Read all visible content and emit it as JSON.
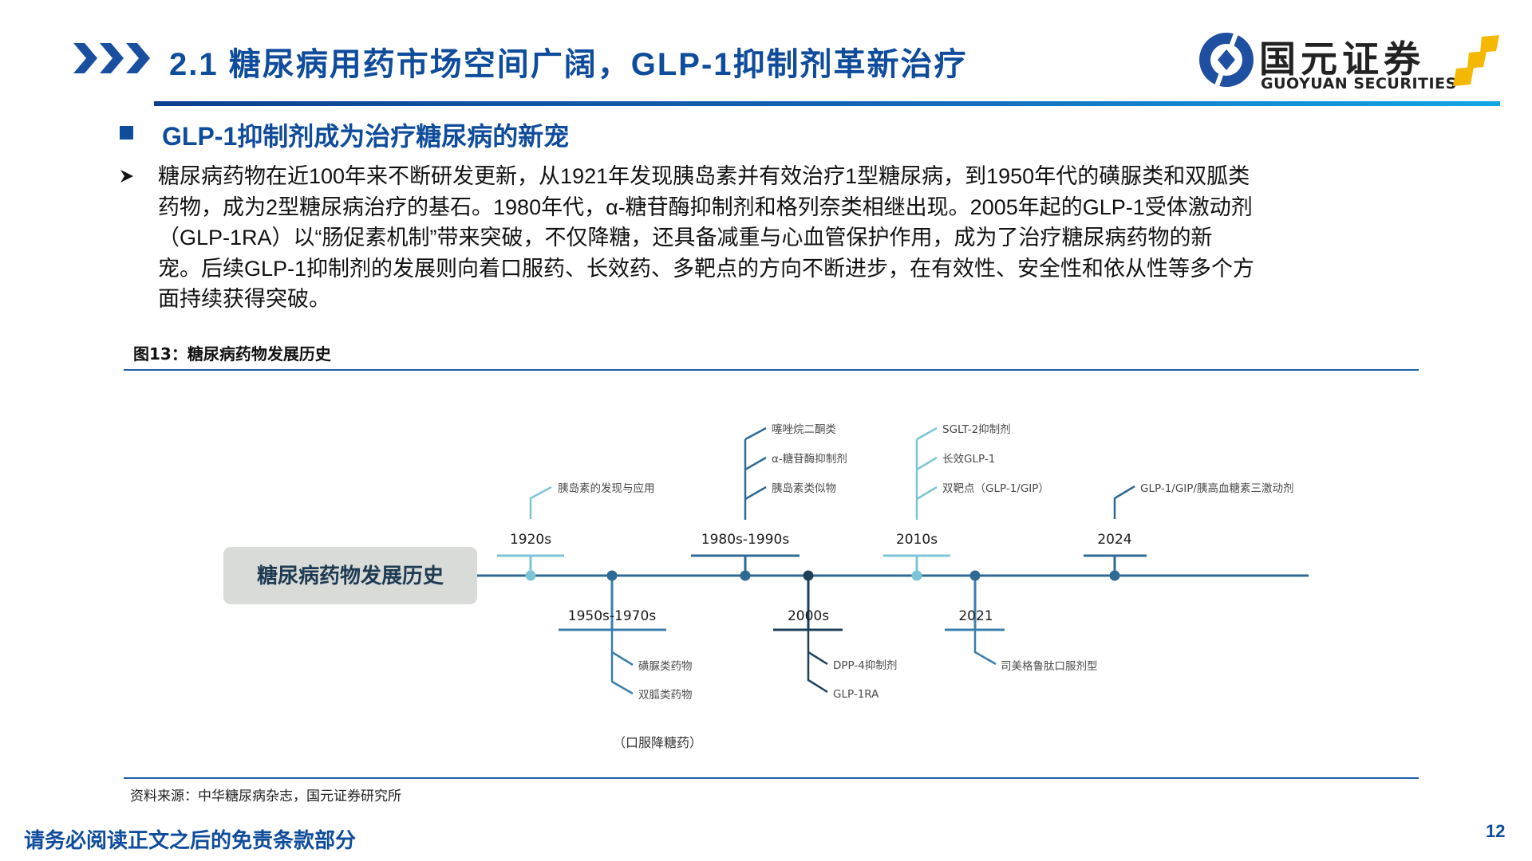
{
  "header": {
    "section_number": "2.1",
    "title": "2.1 糖尿病用药市场空间广阔，GLP-1抑制剂革新治疗",
    "logo_cn": "国元证券",
    "logo_en": "GUOYUAN SECURITIES"
  },
  "subtitle": "GLP-1抑制剂成为治疗糖尿病的新宠",
  "body": {
    "bullet_icon": "arrow-bullet-icon",
    "lines": [
      "糖尿病药物在近100年来不断研发更新，从1921年发现胰岛素并有效治疗1型糖尿病，到1950年代的磺脲类和双胍类",
      "药物，成为2型糖尿病治疗的基石。1980年代，α-糖苷酶抑制剂和格列奈类相继出现。2005年起的GLP-1受体激动剂",
      "（GLP-1RA）以“肠促素机制”带来突破，不仅降糖，还具备减重与心血管保护作用，成为了治疗糖尿病药物的新",
      "宠。后续GLP-1抑制剂的发展则向着口服药、长效药、多靶点的方向不断进步，在有效性、安全性和依从性等多个方",
      "面持续获得突破。"
    ]
  },
  "figure": {
    "caption": "图13：糖尿病药物发展历史",
    "source": "资料来源：中华糖尿病杂志，国元证券研究所",
    "timeline": {
      "title": "糖尿病药物发展历史",
      "periods": [
        {
          "label": "1920s",
          "position": "above",
          "items": [
            "胰岛素的发现与应用"
          ]
        },
        {
          "label": "1950s-1970s",
          "position": "below",
          "items": [
            "磺脲类药物",
            "双胍类药物"
          ],
          "note": "（口服降糖药）"
        },
        {
          "label": "1980s-1990s",
          "position": "above",
          "items": [
            "噻唑烷二酮类",
            "α-糖苷酶抑制剂",
            "胰岛素类似物"
          ]
        },
        {
          "label": "2000s",
          "position": "below",
          "items": [
            "DPP-4抑制剂",
            "GLP-1RA"
          ]
        },
        {
          "label": "2010s",
          "position": "above",
          "items": [
            "SGLT-2抑制剂",
            "长效GLP-1",
            "双靶点（GLP-1/GIP）"
          ]
        },
        {
          "label": "2021",
          "position": "below",
          "items": [
            "司美格鲁肽口服剂型"
          ]
        },
        {
          "label": "2024",
          "position": "above",
          "items": [
            "GLP-1/GIP/胰高血糖素三激动剂"
          ]
        }
      ]
    }
  },
  "footer": {
    "disclaimer": "请务必阅读正文之后的免责条款部分",
    "page_number": "12"
  },
  "colors": {
    "brand_blue": "#0f4c9c",
    "timeline_light": "#7ec4d8",
    "timeline_mid": "#3a7eac",
    "timeline_dark": "#2f6a94",
    "timeline_navy": "#1d3f5a",
    "box_bg": "#d9dbd8",
    "logo_yellow": "#f5b800"
  }
}
